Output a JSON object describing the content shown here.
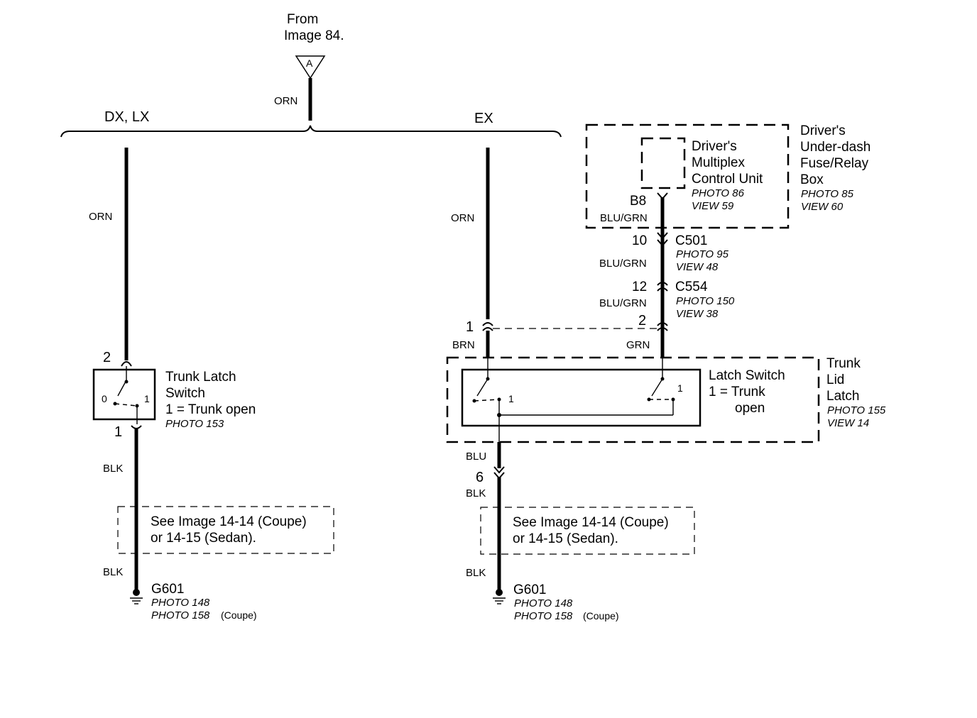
{
  "source": {
    "from_line1": "From",
    "from_line2": "Image 84.",
    "connector_letter": "A",
    "wire_color": "ORN"
  },
  "branches": {
    "left_label": "DX, LX",
    "right_label": "EX"
  },
  "left_circuit": {
    "wire_top": "ORN",
    "switch_pin_top": "2",
    "switch_pin_bottom": "1",
    "switch_pos_0": "0",
    "switch_pos_1": "1",
    "switch_name_line1": "Trunk Latch",
    "switch_name_line2": "Switch",
    "switch_note": "1 = Trunk open",
    "switch_photo": "PHOTO 153",
    "wire_mid": "BLK",
    "see_line1": "See Image 14-14 (Coupe)",
    "see_line2": "or 14-15 (Sedan).",
    "wire_bottom": "BLK",
    "ground": "G601",
    "ground_photo1": "PHOTO 148",
    "ground_photo2": "PHOTO 158",
    "ground_photo2_note": "(Coupe)"
  },
  "right_circuit": {
    "wire_top": "ORN",
    "pin_left": "1",
    "wire_brn": "BRN",
    "pin_right": "2",
    "wire_grn": "GRN",
    "control_unit_line1": "Driver's",
    "control_unit_line2": "Multiplex",
    "control_unit_line3": "Control Unit",
    "control_unit_photo": "PHOTO 86",
    "control_unit_view": "VIEW 59",
    "fuse_box_line1": "Driver's",
    "fuse_box_line2": "Under-dash",
    "fuse_box_line3": "Fuse/Relay",
    "fuse_box_line4": "Box",
    "fuse_box_photo": "PHOTO 85",
    "fuse_box_view": "VIEW 60",
    "pin_b8": "B8",
    "wire_blu_grn_1": "BLU/GRN",
    "c501_pin": "10",
    "c501": "C501",
    "c501_photo": "PHOTO 95",
    "c501_view": "VIEW 48",
    "wire_blu_grn_2": "BLU/GRN",
    "c554_pin": "12",
    "c554": "C554",
    "c554_photo": "PHOTO 150",
    "c554_view": "VIEW 38",
    "wire_blu_grn_3": "BLU/GRN",
    "latch_switch_line1": "Latch Switch",
    "latch_switch_line2": "1 = Trunk",
    "latch_switch_line3": "open",
    "latch_pos_1": "1",
    "latch_pos_1b": "1",
    "trunk_lid_line1": "Trunk",
    "trunk_lid_line2": "Lid",
    "trunk_lid_line3": "Latch",
    "trunk_lid_photo": "PHOTO 155",
    "trunk_lid_view": "VIEW 14",
    "wire_blu": "BLU",
    "pin_6": "6",
    "wire_blk_1": "BLK",
    "see_line1": "See Image 14-14 (Coupe)",
    "see_line2": "or 14-15 (Sedan).",
    "wire_blk_2": "BLK",
    "ground": "G601",
    "ground_photo1": "PHOTO 148",
    "ground_photo2": "PHOTO 158",
    "ground_photo2_note": "(Coupe)"
  }
}
